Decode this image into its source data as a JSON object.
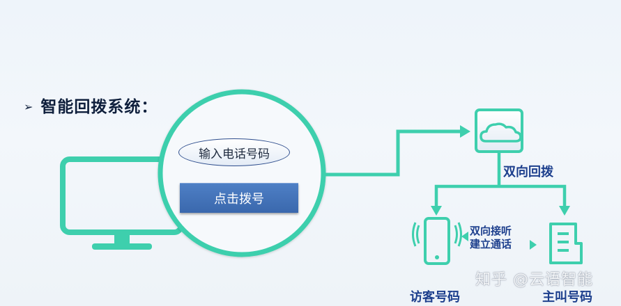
{
  "heading": {
    "bullet": "➢",
    "title": "智能回拨系统："
  },
  "dial_panel": {
    "input_placeholder": "输入电话号码",
    "button_label": "点击拨号"
  },
  "flow": {
    "callback_label": "双向回拨",
    "dual_line1": "双向接听",
    "dual_line2": "建立通话",
    "visitor_label": "访客号码",
    "caller_label": "主叫号码"
  },
  "icons": {
    "monitor": "monitor-icon",
    "cloud": "cloud-icon",
    "phone": "mobile-phone-icon",
    "desk_phone": "desk-phone-icon"
  },
  "colors": {
    "accent": "#3ecfad",
    "label_blue": "#1d3f8d",
    "button_blue": "#4673b8"
  },
  "watermark": "知乎 @云语智能"
}
